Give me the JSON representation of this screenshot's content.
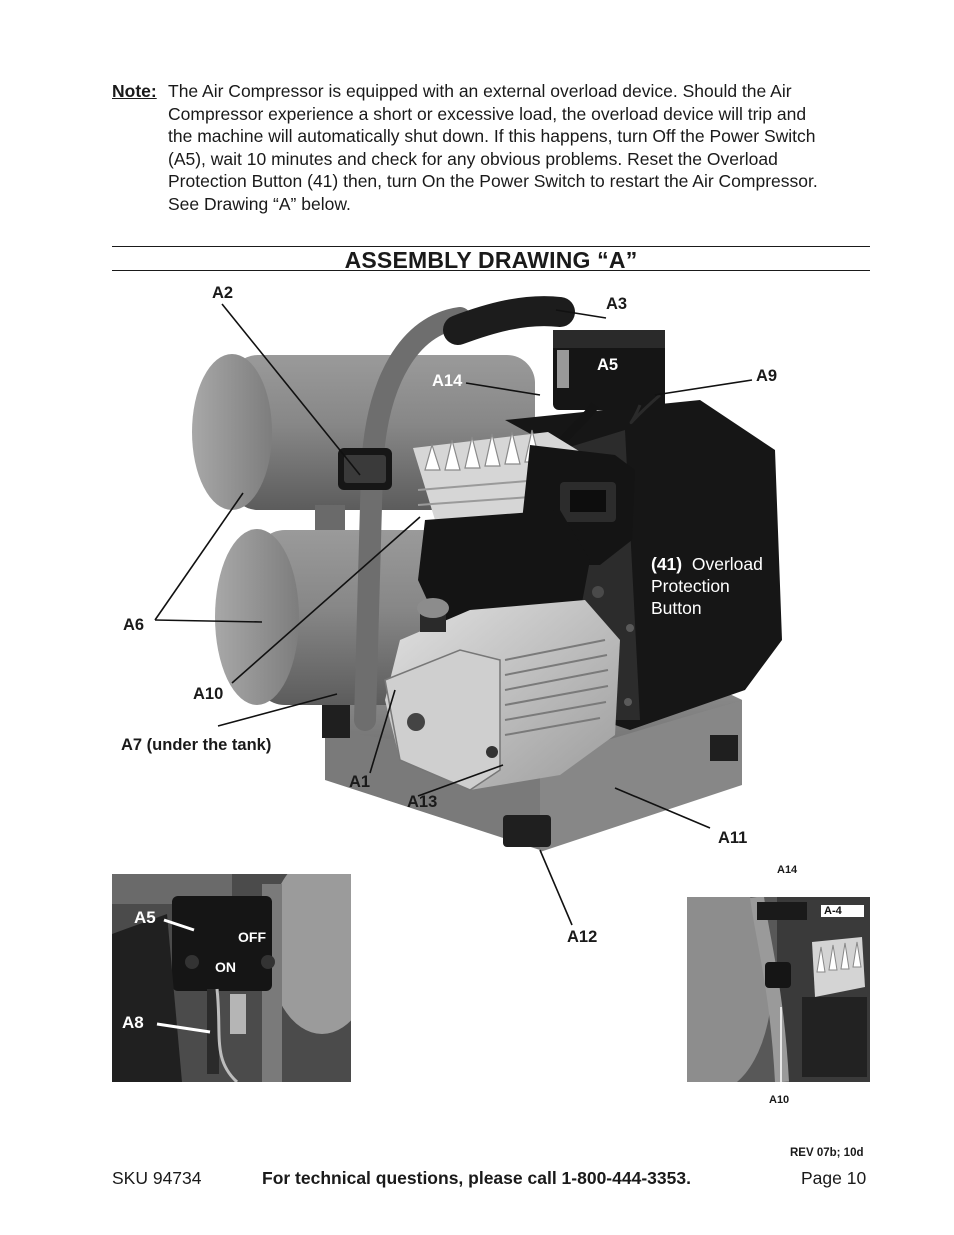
{
  "note": {
    "label": "Note:",
    "lines": [
      "The Air Compressor is equipped with an external overload device. Should the Air",
      "Compressor experience a short or excessive load, the overload device will trip and",
      "the machine will automatically shut down. If this happens, turn Off the Power Switch",
      "(A5), wait 10 minutes and check for any obvious problems. Reset the Overload",
      "Protection Button (41) then, turn On the Power Switch to restart the Air Compressor.",
      "See Drawing “A” below."
    ]
  },
  "section_title": "ASSEMBLY DRAWING “A”",
  "callouts": {
    "a2": "A2",
    "a3": "A3",
    "a5": "A5",
    "a14": "A14",
    "a9": "A9",
    "a6": "A6",
    "a10": "A10",
    "a7": "A7 (under the tank)",
    "a1": "A1",
    "a13": "A13",
    "a11": "A11",
    "a12": "A12"
  },
  "overload": {
    "number": "(41)",
    "word": "Overload",
    "line2": "Protection",
    "line3": "Button"
  },
  "inset_left": {
    "a5": "A5",
    "off": "OFF",
    "on": "ON",
    "a8": "A8"
  },
  "inset_right": {
    "a14": "A14",
    "a4": "A-4",
    "a10": "A10"
  },
  "footer": {
    "rev": "REV 07b; 10d",
    "sku": "SKU 94734",
    "tech": "For technical questions, please call 1-800-444-3353.",
    "page": "Page 10"
  }
}
